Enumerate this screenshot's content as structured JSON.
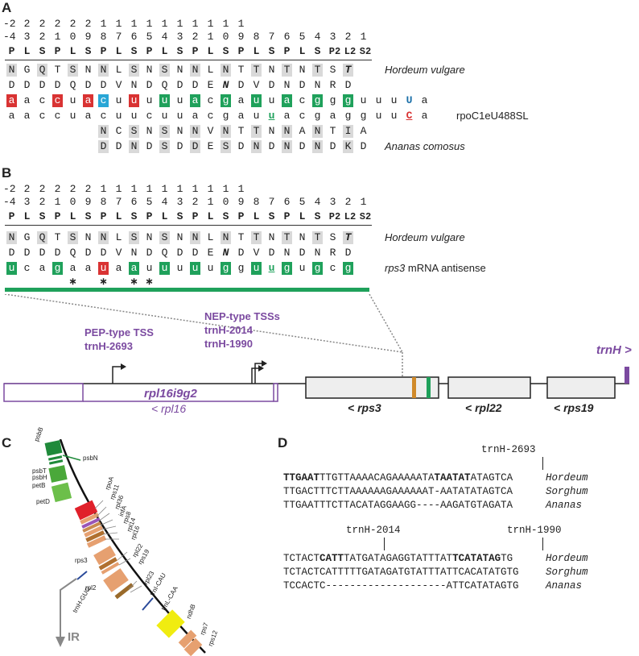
{
  "panel_letters": {
    "a": "A",
    "b": "B",
    "c": "C",
    "d": "D"
  },
  "positions_tens": [
    "-2",
    "2",
    "2",
    "2",
    "2",
    "2",
    "1",
    "1",
    "1",
    "1",
    "1",
    "1",
    "1",
    "1",
    "1",
    "1"
  ],
  "positions_ones": [
    "-4",
    "3",
    "2",
    "1",
    "0",
    "9",
    "8",
    "7",
    "6",
    "5",
    "4",
    "3",
    "2",
    "1",
    "0",
    "9",
    "8",
    "7",
    "6",
    "5",
    "4",
    "3",
    "2",
    "1"
  ],
  "motif": [
    "P",
    "L",
    "S",
    "P",
    "L",
    "S",
    "P",
    "L",
    "S",
    "P",
    "L",
    "S",
    "P",
    "L",
    "S",
    "P",
    "L",
    "S",
    "P",
    "L",
    "S",
    "P2",
    "L2",
    "S2"
  ],
  "panelA": {
    "hordeum_aa": [
      "N",
      "G",
      "Q",
      "T",
      "S",
      "N",
      "N",
      "L",
      "S",
      "N",
      "S",
      "N",
      "N",
      "L",
      "N",
      "T",
      "T",
      "N",
      "T",
      "N",
      "T",
      "S",
      "T"
    ],
    "hordeum_aa2": [
      "D",
      "D",
      "D",
      "D",
      "Q",
      "D",
      "D",
      "V",
      "N",
      "D",
      "Q",
      "D",
      "D",
      "E",
      "N",
      "D",
      "V",
      "D",
      "N",
      "D",
      "N",
      "R",
      "D"
    ],
    "rna1": [
      "a",
      "a",
      "c",
      "c",
      "u",
      "a",
      "c",
      "u",
      "u",
      "u",
      "u",
      "u",
      "a",
      "c",
      "g",
      "a",
      "u",
      "u",
      "a",
      "c",
      "g",
      "g",
      "g",
      "u",
      "u",
      "u",
      "U",
      "a"
    ],
    "rna2": [
      "a",
      "a",
      "c",
      "c",
      "u",
      "a",
      "c",
      "u",
      "u",
      "c",
      "u",
      "u",
      "a",
      "c",
      "g",
      "a",
      "u",
      "u",
      "a",
      "c",
      "g",
      "a",
      "g",
      "g",
      "u",
      "u",
      "C",
      "a"
    ],
    "ananas_aa": [
      "N",
      "C",
      "S",
      "N",
      "S",
      "N",
      "N",
      "V",
      "N",
      "T",
      "T",
      "N",
      "N",
      "A",
      "N",
      "T",
      "I",
      "A"
    ],
    "ananas_aa2": [
      "D",
      "D",
      "N",
      "D",
      "S",
      "D",
      "D",
      "E",
      "S",
      "D",
      "N",
      "D",
      "N",
      "D",
      "N",
      "D",
      "K",
      "D"
    ],
    "species_top": "Hordeum vulgare",
    "species_bottom": "Ananas comosus",
    "edit_label": "rpoC1eU488SL"
  },
  "panelB": {
    "hordeum_aa": [
      "N",
      "G",
      "Q",
      "T",
      "S",
      "N",
      "N",
      "L",
      "S",
      "N",
      "S",
      "N",
      "N",
      "L",
      "N",
      "T",
      "T",
      "N",
      "T",
      "N",
      "T",
      "S",
      "T"
    ],
    "hordeum_aa2": [
      "D",
      "D",
      "D",
      "D",
      "Q",
      "D",
      "D",
      "V",
      "N",
      "D",
      "Q",
      "D",
      "D",
      "E",
      "N",
      "D",
      "V",
      "D",
      "N",
      "D",
      "N",
      "R",
      "D"
    ],
    "rna": [
      "u",
      "c",
      "a",
      "g",
      "a",
      "a",
      "u",
      "a",
      "a",
      "u",
      "u",
      "u",
      "u",
      "u",
      "g",
      "g",
      "u",
      "u",
      "g",
      "u",
      "g",
      "c",
      "g"
    ],
    "species_top": "Hordeum vulgare",
    "rna_label_italic": "rps3",
    "rna_label_rest": " mRNA antisense"
  },
  "map": {
    "pep_label_1": "PEP-type TSS",
    "pep_label_2": "trnH-2693",
    "nep_label_1": "NEP-type TSSs",
    "nep_label_2": "trnH-2014",
    "nep_label_3": "trnH-1990",
    "trnH": "trnH >",
    "rpl16_exon": "rpl16i9g2",
    "rpl16": "< rpl16",
    "rps3": "< rps3",
    "rpl22": "< rpl22",
    "rps19": "< rps19",
    "purple": "#7b4aa0"
  },
  "panelC": {
    "genes_left": [
      "psbB",
      "psbT",
      "psbH",
      "petB",
      "petD"
    ],
    "gene_psbN": "psbN",
    "genes_fan": [
      "rpoA",
      "rps11",
      "rpl36",
      "infA",
      "rps8",
      "rpl14",
      "rpl16"
    ],
    "genes_mid": [
      "rpl22",
      "rps19"
    ],
    "genes_mid2": [
      "rpl23",
      "trnI-CAU"
    ],
    "rps3": "rps3",
    "rpl2": "rpl2",
    "trnH": "trnH-GUG",
    "trnL": "trnL-CAA",
    "ndhB": "ndhB",
    "rps7": "rps7",
    "rps12": "rps12",
    "IR": "IR"
  },
  "panelD": {
    "tss_2693": "trnH-2693",
    "tss_2014": "trnH-2014",
    "tss_1990": "trnH-1990",
    "block1": [
      {
        "parts": [
          [
            "TTGAAT",
            true
          ],
          [
            "TTGTTAAAACAGAAAAATA",
            false
          ],
          [
            "TAATAT",
            true
          ],
          [
            "ATAGTCA",
            false
          ]
        ],
        "species": "Hordeum"
      },
      {
        "parts": [
          [
            "TTGACTTTCTTAAAAAAGAAAAAAT-AATATATAGTCA",
            false
          ]
        ],
        "species": "Sorghum"
      },
      {
        "parts": [
          [
            "TTGAATTTCTTACATAGGAAGG----AAGATGTAGATA",
            false
          ]
        ],
        "species": "Ananas"
      }
    ],
    "block2": [
      {
        "parts": [
          [
            "TCTACT",
            false
          ],
          [
            "CATT",
            true
          ],
          [
            "TATGATAGAGGTATTTAT",
            false
          ],
          [
            "TCATATAG",
            true
          ],
          [
            "TG",
            false
          ]
        ],
        "species": "Hordeum"
      },
      {
        "parts": [
          [
            "TCTACTCATTTTTGATAGATGTATTTATTCACATATGTG",
            false
          ]
        ],
        "species": "Sorghum"
      },
      {
        "parts": [
          [
            "TCCACTC--------------------ATTCATATAGTG",
            false
          ]
        ],
        "species": "Ananas"
      }
    ]
  }
}
